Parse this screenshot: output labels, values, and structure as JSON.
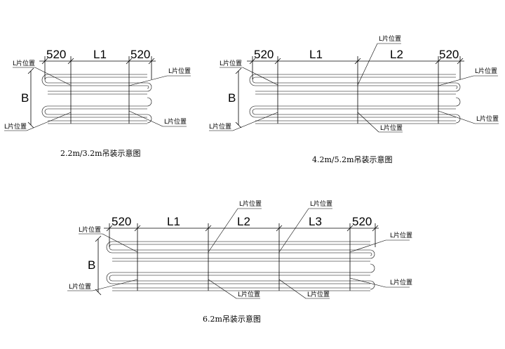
{
  "dim_520": "520",
  "dim_L1": "L1",
  "dim_L2": "L2",
  "dim_L3": "L3",
  "dim_B": "B",
  "piece_label": "L片位置",
  "captions": {
    "d1": "2.2m/3.2m吊装示意图",
    "d2": "4.2m/5.2m吊装示意图",
    "d3": "6.2m吊装示意图"
  }
}
